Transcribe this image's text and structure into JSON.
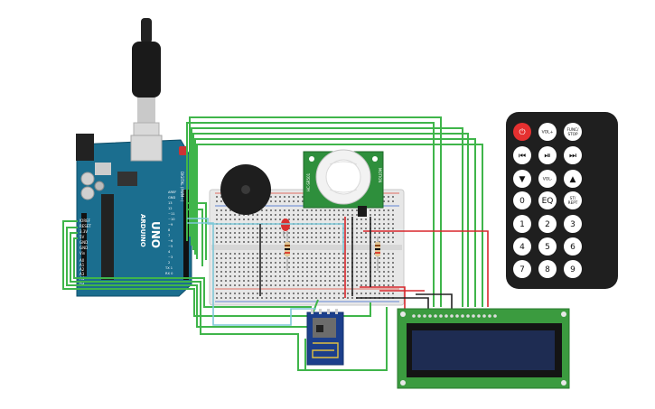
{
  "arduino": {
    "brand": "ARDUINO",
    "model": "UNO",
    "digital_header_label": "DIGITAL (PWM~)",
    "power_labels": [
      "IOREF",
      "RESET",
      "3.3V",
      "5V",
      "GND",
      "GND",
      "Vin"
    ],
    "analog_labels": [
      "A0",
      "A1",
      "A2",
      "A3",
      "A4",
      "A5"
    ],
    "top_pin_labels": [
      "AREF",
      "GND",
      "13",
      "12",
      "~11",
      "~10",
      "~9",
      "8",
      "7",
      "~6",
      "~5",
      "4",
      "~3",
      "2",
      "TX 1",
      "RX 0"
    ]
  },
  "pir": {
    "left_label": "HC-SR501",
    "right_label": "MOTION"
  },
  "remote": {
    "buttons": [
      [
        "⏻",
        "VOL+",
        "FUNC/ STOP"
      ],
      [
        "⏮",
        "⏯",
        "⏭"
      ],
      [
        "▼",
        "VOL-",
        "▲"
      ],
      [
        "0",
        "EQ",
        "ST/ REPT"
      ],
      [
        "1",
        "2",
        "3"
      ],
      [
        "4",
        "5",
        "6"
      ],
      [
        "7",
        "8",
        "9"
      ]
    ]
  },
  "colors": {
    "arduino": "#1b6e8f",
    "breadboard": "#e7e7e7",
    "wire_green": "#3fb54a",
    "wire_red": "#d8262b",
    "wire_black": "#222222",
    "wire_blue": "#7fc8d8",
    "remote_body": "#1f1f1f",
    "power_button": "#e53030",
    "lcd_board": "#3b9b3f",
    "lcd_screen": "#1e2c52",
    "pir_board": "#2e8f3c",
    "esp_board": "#1c3f8c"
  }
}
